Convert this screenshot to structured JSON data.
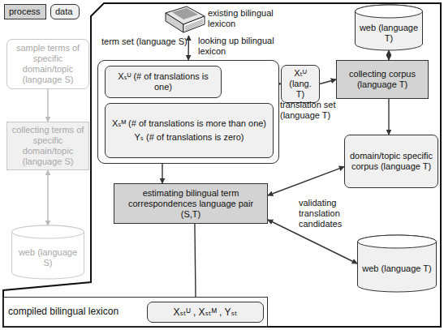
{
  "diagram": {
    "nodes": [
      {
        "text": [
          "sample terms of specific domain/topic (language S)"
        ]
      },
      {
        "text": [
          "collecting terms of specific domain/topic (language S)"
        ]
      },
      {
        "text": [
          "web (language S)"
        ]
      },
      {
        "text": [
          "existing bilingual lexicon"
        ]
      },
      {
        "text": [
          "term set (language S)"
        ]
      },
      {
        "text": [
          "Xₛᵁ (# of translations is one)"
        ],
        "in": 4
      },
      {
        "text": [
          "Xₛᴹ (# of translations is more than one)",
          "Yₛ (# of translations is zero)"
        ],
        "in": 4
      },
      {
        "text": [
          "Xₜᵁ (lang. T)",
          "translation set (language T)"
        ]
      },
      {
        "text": [
          "web (language T)"
        ]
      },
      {
        "text": [
          "collecting corpus (language T)"
        ]
      },
      {
        "text": [
          "domain/topic specific corpus (language T)"
        ]
      },
      {
        "text": [
          "estimating bilingual term correspondences language pair (S,T)"
        ]
      },
      {
        "text": [
          "web (language T)"
        ]
      },
      {
        "text": [
          "compiled bilingual lexicon"
        ]
      },
      {
        "text": [
          "Xₛₜᵁ , Xₛₜᴹ , Yₛₜ"
        ],
        "in": 13
      }
    ],
    "edges": [
      {
        "from": 0,
        "to": 1,
        "arrow": "to"
      },
      {
        "from": 1,
        "to": 2,
        "arrow": "both"
      },
      {
        "from": 3,
        "to": 4,
        "arrow": "both",
        "label": "looking up bilingual lexicon"
      },
      {
        "from": 5,
        "to": 7,
        "arrow": "to"
      },
      {
        "from": 7,
        "to": 9,
        "arrow": "to"
      },
      {
        "from": 8,
        "to": 9,
        "arrow": "both"
      },
      {
        "from": 9,
        "to": 10,
        "arrow": "to"
      },
      {
        "from": 4,
        "to": 11,
        "arrow": "to"
      },
      {
        "from": 11,
        "to": 10,
        "arrow": "both",
        "label": "validating translation candidates"
      },
      {
        "from": 11,
        "to": 12,
        "arrow": "both"
      },
      {
        "from": 11,
        "to": 14,
        "arrow": "to"
      }
    ],
    "legend": [
      {
        "text": "process",
        "color": "#d3d3d3"
      },
      {
        "text": "data",
        "color": "#f0f0f0"
      }
    ]
  }
}
